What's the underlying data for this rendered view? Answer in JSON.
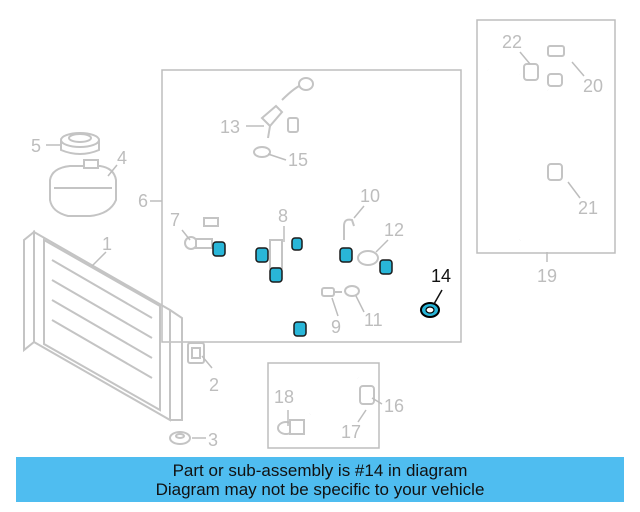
{
  "callouts": [
    {
      "id": "1",
      "label": "1"
    },
    {
      "id": "2",
      "label": "2"
    },
    {
      "id": "3",
      "label": "3"
    },
    {
      "id": "4",
      "label": "4"
    },
    {
      "id": "5",
      "label": "5"
    },
    {
      "id": "6",
      "label": "6"
    },
    {
      "id": "7",
      "label": "7"
    },
    {
      "id": "8",
      "label": "8"
    },
    {
      "id": "9",
      "label": "9"
    },
    {
      "id": "10",
      "label": "10"
    },
    {
      "id": "11",
      "label": "11"
    },
    {
      "id": "12",
      "label": "12"
    },
    {
      "id": "13",
      "label": "13"
    },
    {
      "id": "14",
      "label": "14"
    },
    {
      "id": "15",
      "label": "15"
    },
    {
      "id": "16",
      "label": "16"
    },
    {
      "id": "17",
      "label": "17"
    },
    {
      "id": "18",
      "label": "18"
    },
    {
      "id": "19",
      "label": "19"
    },
    {
      "id": "20",
      "label": "20"
    },
    {
      "id": "21",
      "label": "21"
    },
    {
      "id": "22",
      "label": "22"
    }
  ],
  "highlighted_part": "14",
  "colors": {
    "highlight_clamp": "#29b6d8",
    "banner_background": "#4fbdf0",
    "part_line": "#c4c4c4"
  },
  "banner": {
    "line1": "Part or sub-assembly is #14 in diagram",
    "line2": "Diagram may not be specific to your vehicle"
  }
}
